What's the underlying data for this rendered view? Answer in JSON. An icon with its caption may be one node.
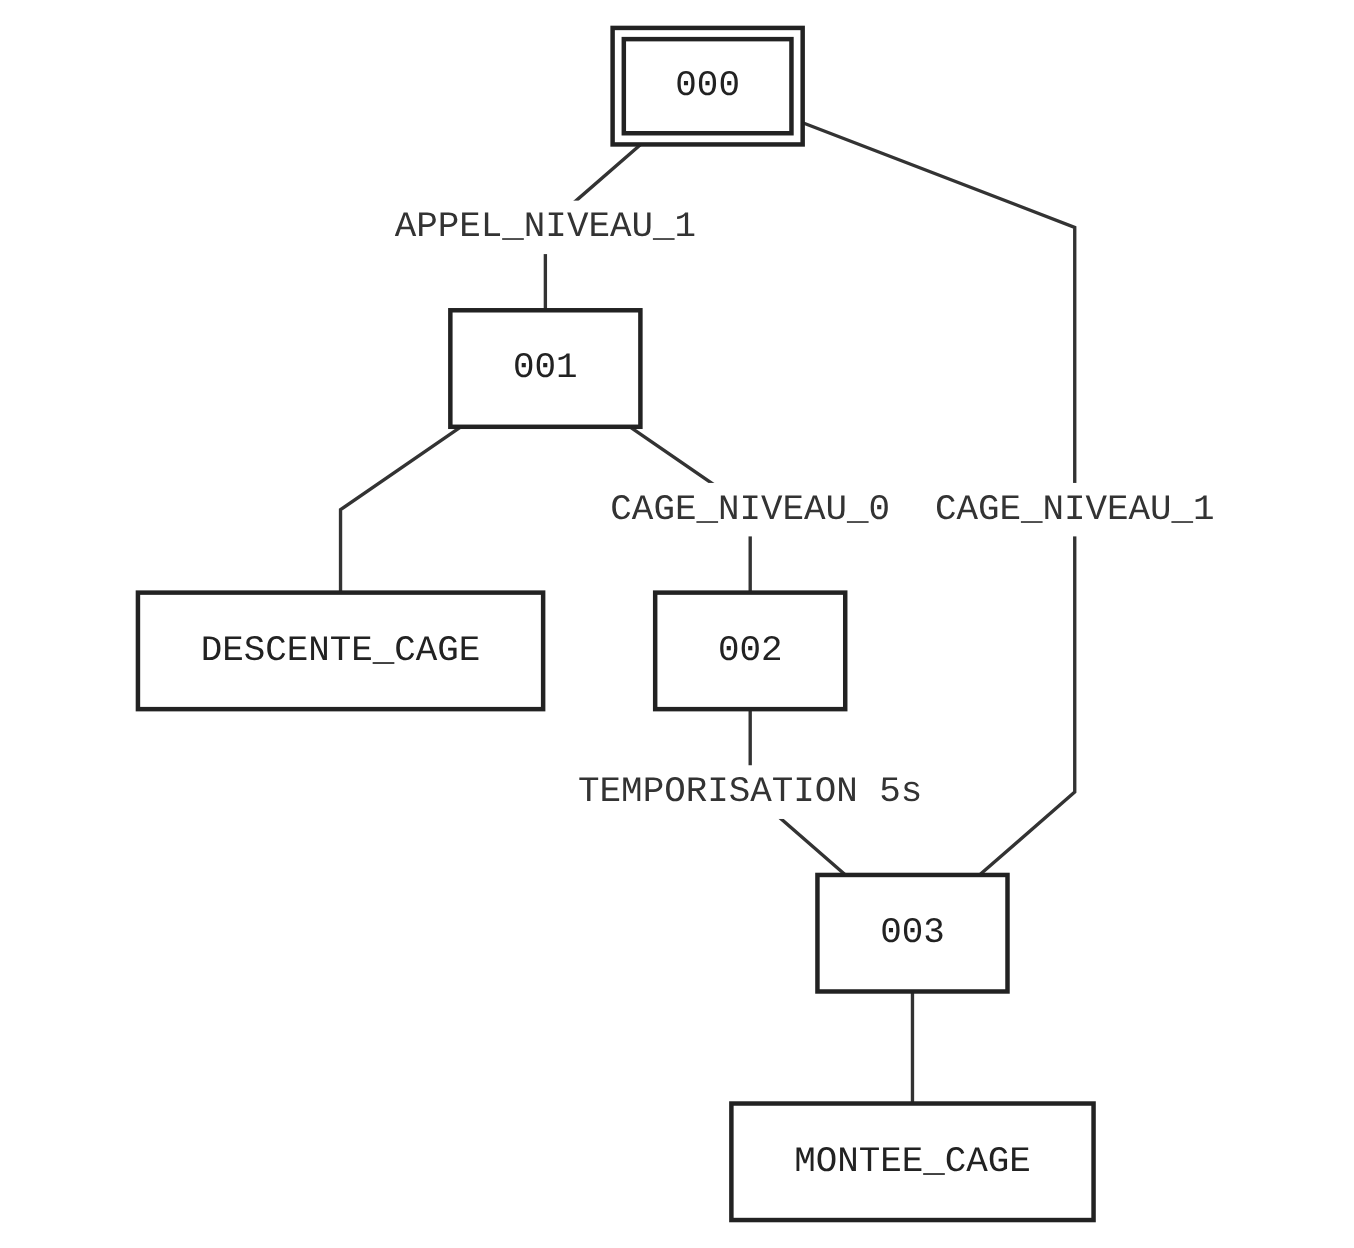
{
  "diagram": {
    "nodes": [
      {
        "text": [
          "000"
        ]
      },
      {
        "text": [
          "001"
        ]
      },
      {
        "text": [
          "DESCENTE_CAGE"
        ]
      },
      {
        "text": [
          "002"
        ]
      },
      {
        "text": [
          "003"
        ]
      },
      {
        "text": [
          "MONTEE_CAGE"
        ]
      }
    ],
    "edges": [
      {
        "from": 0,
        "to": 1,
        "arrow": "none",
        "label": "APPEL_NIVEAU_1"
      },
      {
        "from": 1,
        "to": 2,
        "arrow": "none"
      },
      {
        "from": 1,
        "to": 3,
        "arrow": "none",
        "label": "CAGE_NIVEAU_0"
      },
      {
        "from": 3,
        "to": 4,
        "arrow": "none",
        "label": "TEMPORISATION 5s"
      },
      {
        "from": 4,
        "to": 5,
        "arrow": "none"
      },
      {
        "from": 4,
        "to": 0,
        "arrow": "none",
        "label": "CAGE_NIVEAU_1"
      }
    ]
  }
}
